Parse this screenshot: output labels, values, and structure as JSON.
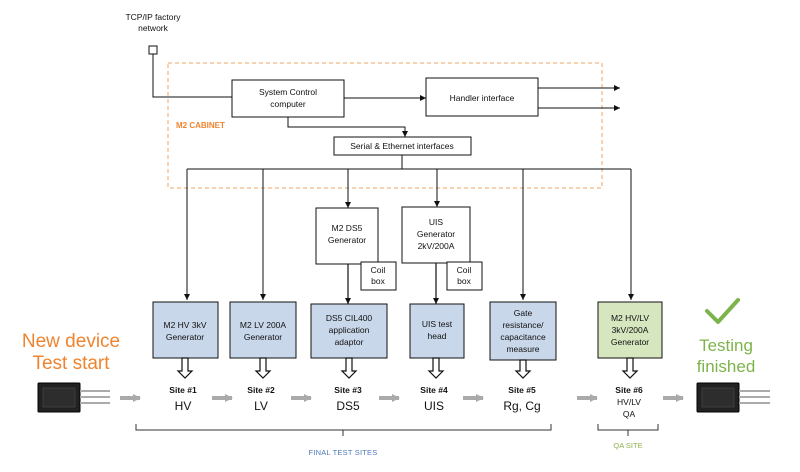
{
  "network": {
    "line1": "TCP/IP factory",
    "line2": "network"
  },
  "system_control": {
    "line1": "System Control",
    "line2": "computer"
  },
  "handler": {
    "label": "Handler interface"
  },
  "cabinet": {
    "label": "M2 CABINET"
  },
  "serial": {
    "label": "Serial & Ethernet interfaces"
  },
  "ds5_gen": {
    "line1": "M2 DS5",
    "line2": "Generator"
  },
  "uis_gen": {
    "line1": "UIS",
    "line2": "Generator",
    "line3": "2kV/200A"
  },
  "coil_label": {
    "line1": "Coil",
    "line2": "box"
  },
  "modules": {
    "m1": {
      "line1": "M2 HV 3kV",
      "line2": "Generator"
    },
    "m2": {
      "line1": "M2 LV 200A",
      "line2": "Generator"
    },
    "m3": {
      "line1": "DS5 CIL400",
      "line2": "application",
      "line3": "adaptor"
    },
    "m4": {
      "line1": "UIS test",
      "line2": "head"
    },
    "m5": {
      "line1": "Gate",
      "line2": "resistance/",
      "line3": "capacitance",
      "line4": "measure"
    },
    "m6": {
      "line1": "M2 HV/LV",
      "line2": "3kV/200A",
      "line3": "Generator"
    }
  },
  "sites": {
    "s1": {
      "num": "Site #1",
      "name": "HV"
    },
    "s2": {
      "num": "Site #2",
      "name": "LV"
    },
    "s3": {
      "num": "Site #3",
      "name": "DS5"
    },
    "s4": {
      "num": "Site #4",
      "name": "UIS"
    },
    "s5": {
      "num": "Site #5",
      "name": "Rg, Cg"
    },
    "s6": {
      "num": "Site #6",
      "line2": "HV/LV",
      "line3": "QA"
    }
  },
  "start": {
    "line1": "New device",
    "line2": "Test start"
  },
  "finish": {
    "line1": "Testing",
    "line2": "finished"
  },
  "group_labels": {
    "final": "FINAL TEST SITES",
    "qa": "QA SITE"
  },
  "colors": {
    "module_fill": "#c9d7ea",
    "qa_fill": "#d6e6bf",
    "orange": "#ee8430",
    "green": "#7cb34a",
    "blue_text": "#4f79b8"
  },
  "icons": [
    "check-icon",
    "device-icon",
    "flow-arrow-icon"
  ]
}
